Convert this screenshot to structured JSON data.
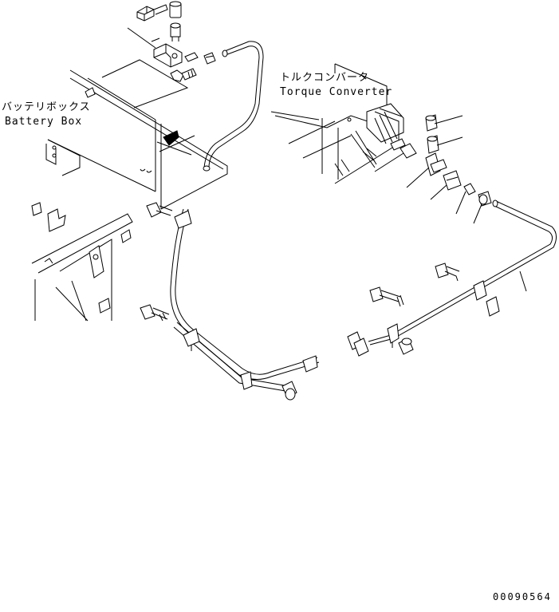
{
  "labels": {
    "battery_box_jp": "バッテリボックス",
    "battery_box_en": "Battery Box",
    "torque_converter_jp": "トルクコンバータ",
    "torque_converter_en": "Torque Converter",
    "drawing_code": "00090564"
  }
}
